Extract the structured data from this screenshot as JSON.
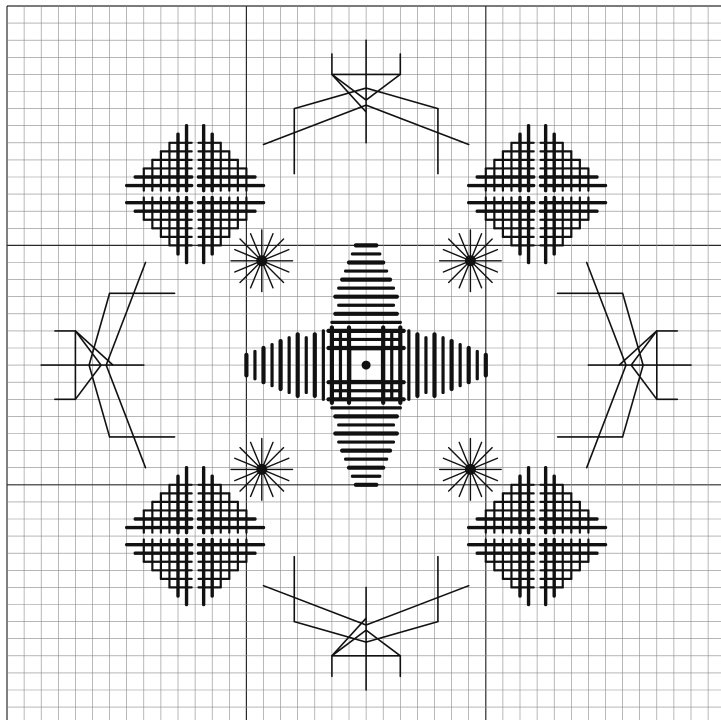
{
  "pattern": {
    "grid": {
      "cells": 42,
      "major_every": 14
    },
    "colors": {
      "background": "#ffffff",
      "grid_minor": "#8a8a8a",
      "grid_major": "#2b2b2b",
      "stitch": "#111111"
    }
  },
  "motifs": [
    "center-cross-motif",
    "corner-cross-motif-top-left",
    "corner-cross-motif-top-right",
    "corner-cross-motif-bottom-left",
    "corner-cross-motif-bottom-right",
    "star-eyelet-top-left",
    "star-eyelet-top-right",
    "star-eyelet-bottom-left",
    "star-eyelet-bottom-right",
    "chevron-motif-top",
    "chevron-motif-bottom",
    "chevron-motif-left",
    "chevron-motif-right"
  ]
}
